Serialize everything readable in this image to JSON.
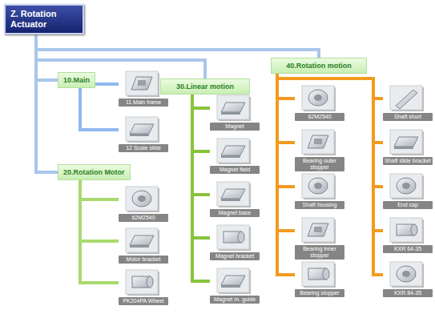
{
  "diagram": {
    "nodes": [
      {
        "text": [
          "Z. Rotation Actuator"
        ]
      },
      {
        "text": [
          "10.Main"
        ]
      },
      {
        "text": [
          "11 Main frame"
        ]
      },
      {
        "text": [
          "12 Scale slide"
        ]
      },
      {
        "text": [
          "20.Rotation Motor"
        ]
      },
      {
        "text": [
          "62M2540"
        ]
      },
      {
        "text": [
          "Motor bracket"
        ]
      },
      {
        "text": [
          "PK204PA Wheel"
        ]
      },
      {
        "text": [
          "30.Linear motion"
        ]
      },
      {
        "text": [
          "Magnet"
        ]
      },
      {
        "text": [
          "Magnet field"
        ]
      },
      {
        "text": [
          "Magnet base"
        ]
      },
      {
        "text": [
          "Magnet bracket"
        ]
      },
      {
        "text": [
          "Magnet m. guide"
        ]
      },
      {
        "text": [
          "40.Rotation motion"
        ]
      },
      {
        "text": [
          "62M2540"
        ]
      },
      {
        "text": [
          "Bearing outer stopper"
        ]
      },
      {
        "text": [
          "Shaft housing"
        ]
      },
      {
        "text": [
          "Bearing inner stopper"
        ]
      },
      {
        "text": [
          "Bearing stopper"
        ]
      },
      {
        "text": [
          "Shaft short"
        ]
      },
      {
        "text": [
          "Shaft slide bracket"
        ]
      },
      {
        "text": [
          "End cap"
        ]
      },
      {
        "text": [
          "KXR 64-35"
        ]
      },
      {
        "text": [
          "KXR 84-35"
        ]
      }
    ],
    "edges": [
      {
        "from": 0,
        "to": 1,
        "arrow": "none"
      },
      {
        "from": 0,
        "to": 4,
        "arrow": "none"
      },
      {
        "from": 0,
        "to": 8,
        "arrow": "none"
      },
      {
        "from": 0,
        "to": 14,
        "arrow": "none"
      },
      {
        "from": 1,
        "to": 2,
        "arrow": "none"
      },
      {
        "from": 1,
        "to": 3,
        "arrow": "none"
      },
      {
        "from": 4,
        "to": 5,
        "arrow": "none"
      },
      {
        "from": 4,
        "to": 6,
        "arrow": "none"
      },
      {
        "from": 4,
        "to": 7,
        "arrow": "none"
      },
      {
        "from": 8,
        "to": 9,
        "arrow": "none"
      },
      {
        "from": 8,
        "to": 10,
        "arrow": "none"
      },
      {
        "from": 8,
        "to": 11,
        "arrow": "none"
      },
      {
        "from": 8,
        "to": 12,
        "arrow": "none"
      },
      {
        "from": 8,
        "to": 13,
        "arrow": "none"
      },
      {
        "from": 14,
        "to": 15,
        "arrow": "none"
      },
      {
        "from": 14,
        "to": 16,
        "arrow": "none"
      },
      {
        "from": 14,
        "to": 17,
        "arrow": "none"
      },
      {
        "from": 14,
        "to": 18,
        "arrow": "none"
      },
      {
        "from": 14,
        "to": 19,
        "arrow": "none"
      },
      {
        "from": 14,
        "to": 20,
        "arrow": "none"
      },
      {
        "from": 14,
        "to": 21,
        "arrow": "none"
      },
      {
        "from": 14,
        "to": 22,
        "arrow": "none"
      },
      {
        "from": 14,
        "to": 23,
        "arrow": "none"
      },
      {
        "from": 14,
        "to": 24,
        "arrow": "none"
      }
    ]
  }
}
